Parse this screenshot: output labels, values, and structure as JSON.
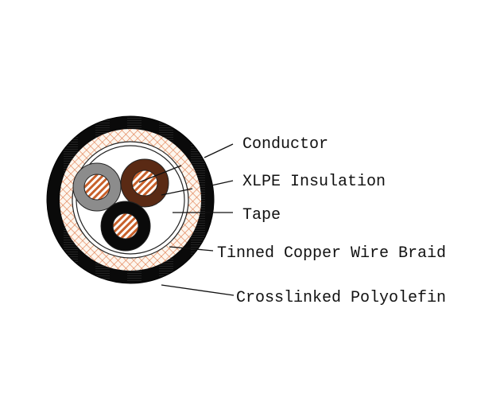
{
  "labels": {
    "conductor": "Conductor",
    "insulation": "XLPE Insulation",
    "tape": "Tape",
    "braid": "Tinned Copper Wire Braid",
    "sheath": "Crosslinked Polyolefin"
  },
  "colors": {
    "sheath": "#0a0a0a",
    "braid": "#e07a4a",
    "copper": "#c8602a",
    "core_gray": "#8c8c8c",
    "core_brown": "#5a2a14",
    "core_black": "#0a0a0a"
  }
}
